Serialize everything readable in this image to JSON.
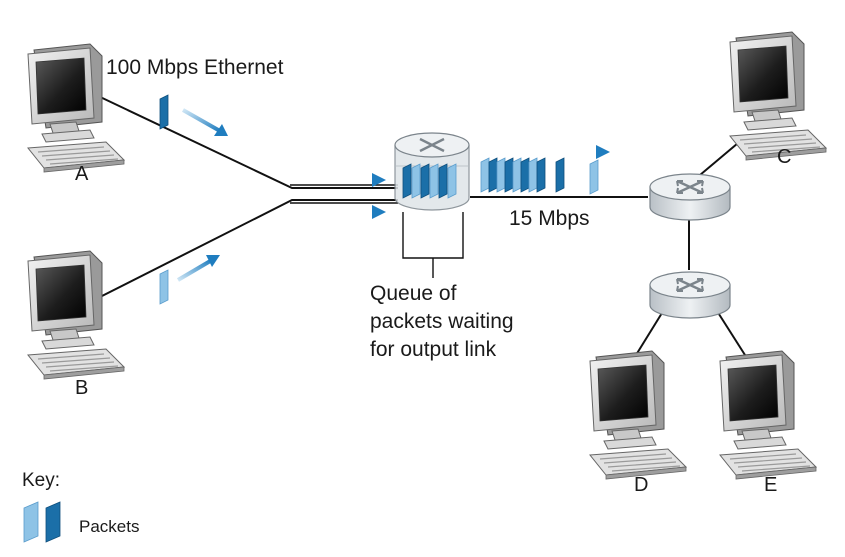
{
  "labels": {
    "ethernet": "100 Mbps Ethernet",
    "link_rate": "15 Mbps",
    "queue_lines": [
      "Queue of",
      "packets waiting",
      "for output link"
    ],
    "key": "Key:",
    "packets": "Packets"
  },
  "hosts": [
    {
      "id": "A",
      "label": "A"
    },
    {
      "id": "B",
      "label": "B"
    },
    {
      "id": "C",
      "label": "C"
    },
    {
      "id": "D",
      "label": "D"
    },
    {
      "id": "E",
      "label": "E"
    }
  ],
  "colors": {
    "packet_dark": "#1b6fa8",
    "packet_light": "#8ec3e6",
    "arrow": "#1f7dbf",
    "line": "#111111",
    "router_body": "#d4d9de",
    "router_top": "#eef1f3"
  }
}
